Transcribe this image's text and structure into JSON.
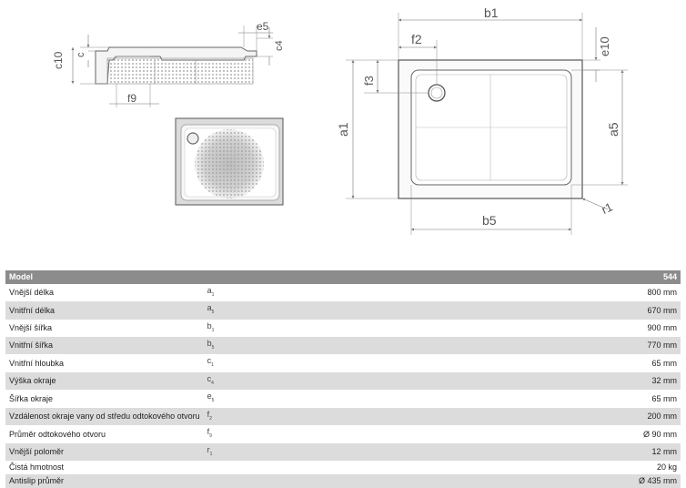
{
  "drawing": {
    "dims": {
      "e5": "e5",
      "c4": "c4",
      "c1": "c",
      "c10": "c10",
      "f9": "f9",
      "b1": "b1",
      "f2": "f2",
      "e10": "e10",
      "f3": "f3",
      "a1": "a1",
      "a5": "a5",
      "b5": "b5",
      "r1": "r1"
    }
  },
  "table": {
    "header": {
      "label": "Model",
      "value": "544"
    },
    "rows": [
      {
        "label": "Vnější délka",
        "sym": "a",
        "sub": "1",
        "value": "800 mm"
      },
      {
        "label": "Vnitřní délka",
        "sym": "a",
        "sub": "5",
        "value": "670 mm"
      },
      {
        "label": "Vnější šířka",
        "sym": "b",
        "sub": "1",
        "value": "900 mm"
      },
      {
        "label": "Vnitřní šířka",
        "sym": "b",
        "sub": "5",
        "value": "770 mm"
      },
      {
        "label": "Vnitřní hloubka",
        "sym": "c",
        "sub": "1",
        "value": "65 mm"
      },
      {
        "label": "Výška okraje",
        "sym": "c",
        "sub": "4",
        "value": "32 mm"
      },
      {
        "label": "Šířka okraje",
        "sym": "e",
        "sub": "5",
        "value": "65 mm"
      },
      {
        "label": "Vzdálenost okraje vany od středu odtokového otvoru",
        "sym": "f",
        "sub": "2",
        "value": "200 mm"
      },
      {
        "label": "Průměr odtokového otvoru",
        "sym": "f",
        "sub": "9",
        "value": "Ø 90 mm"
      },
      {
        "label": "Vnější poloměr",
        "sym": "r",
        "sub": "1",
        "value": "12 mm"
      },
      {
        "label": "Čistá hmotnost",
        "sym": "",
        "sub": "",
        "value": "20 kg"
      },
      {
        "label": "Antislip průměr",
        "sym": "",
        "sub": "",
        "value": "Ø 435 mm"
      }
    ]
  }
}
